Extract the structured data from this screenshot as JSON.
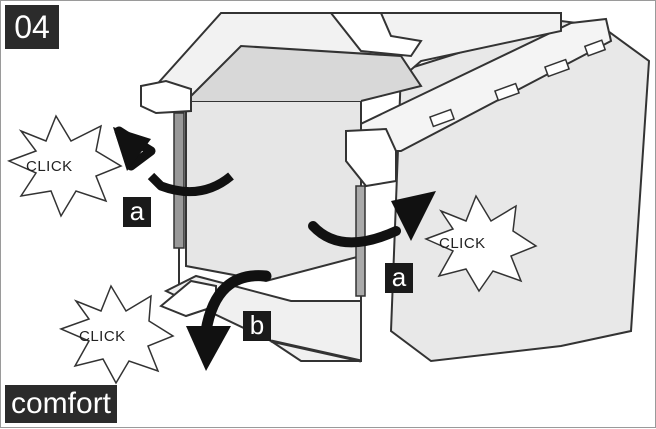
{
  "header": {
    "step_number": "04"
  },
  "footer": {
    "variant_label": "comfort"
  },
  "callouts": {
    "click_left": "CLICK",
    "click_right": "CLICK",
    "click_bottom": "CLICK"
  },
  "labels": {
    "a_left": "a",
    "a_right": "a",
    "b": "b"
  },
  "colors": {
    "badge_bg": "#2b2b2b",
    "line": "#333333",
    "panel_fill": "#e6e6e6"
  }
}
